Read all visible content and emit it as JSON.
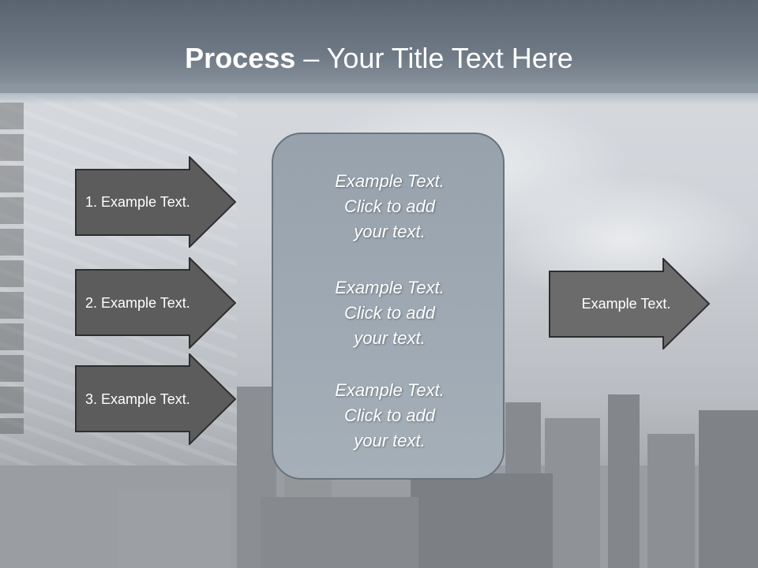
{
  "slide": {
    "title_bold": "Process",
    "title_rest": " – Your Title Text Here"
  },
  "left_arrows": [
    {
      "label": "1. Example Text."
    },
    {
      "label": "2. Example Text."
    },
    {
      "label": "3. Example Text."
    }
  ],
  "center_box": {
    "blocks": [
      {
        "line1": "Example Text.",
        "line2": "Click  to add",
        "line3": "your text."
      },
      {
        "line1": "Example Text.",
        "line2": "Click  to add",
        "line3": "your text."
      },
      {
        "line1": "Example Text.",
        "line2": "Click  to add",
        "line3": "your text."
      }
    ]
  },
  "right_arrow": {
    "label": "Example Text."
  },
  "colors": {
    "header": "#6f7a86",
    "arrow_dark": "#5a5a5a",
    "arrow_mid": "#6b6b6b",
    "center_box": "#9ea8b2"
  }
}
